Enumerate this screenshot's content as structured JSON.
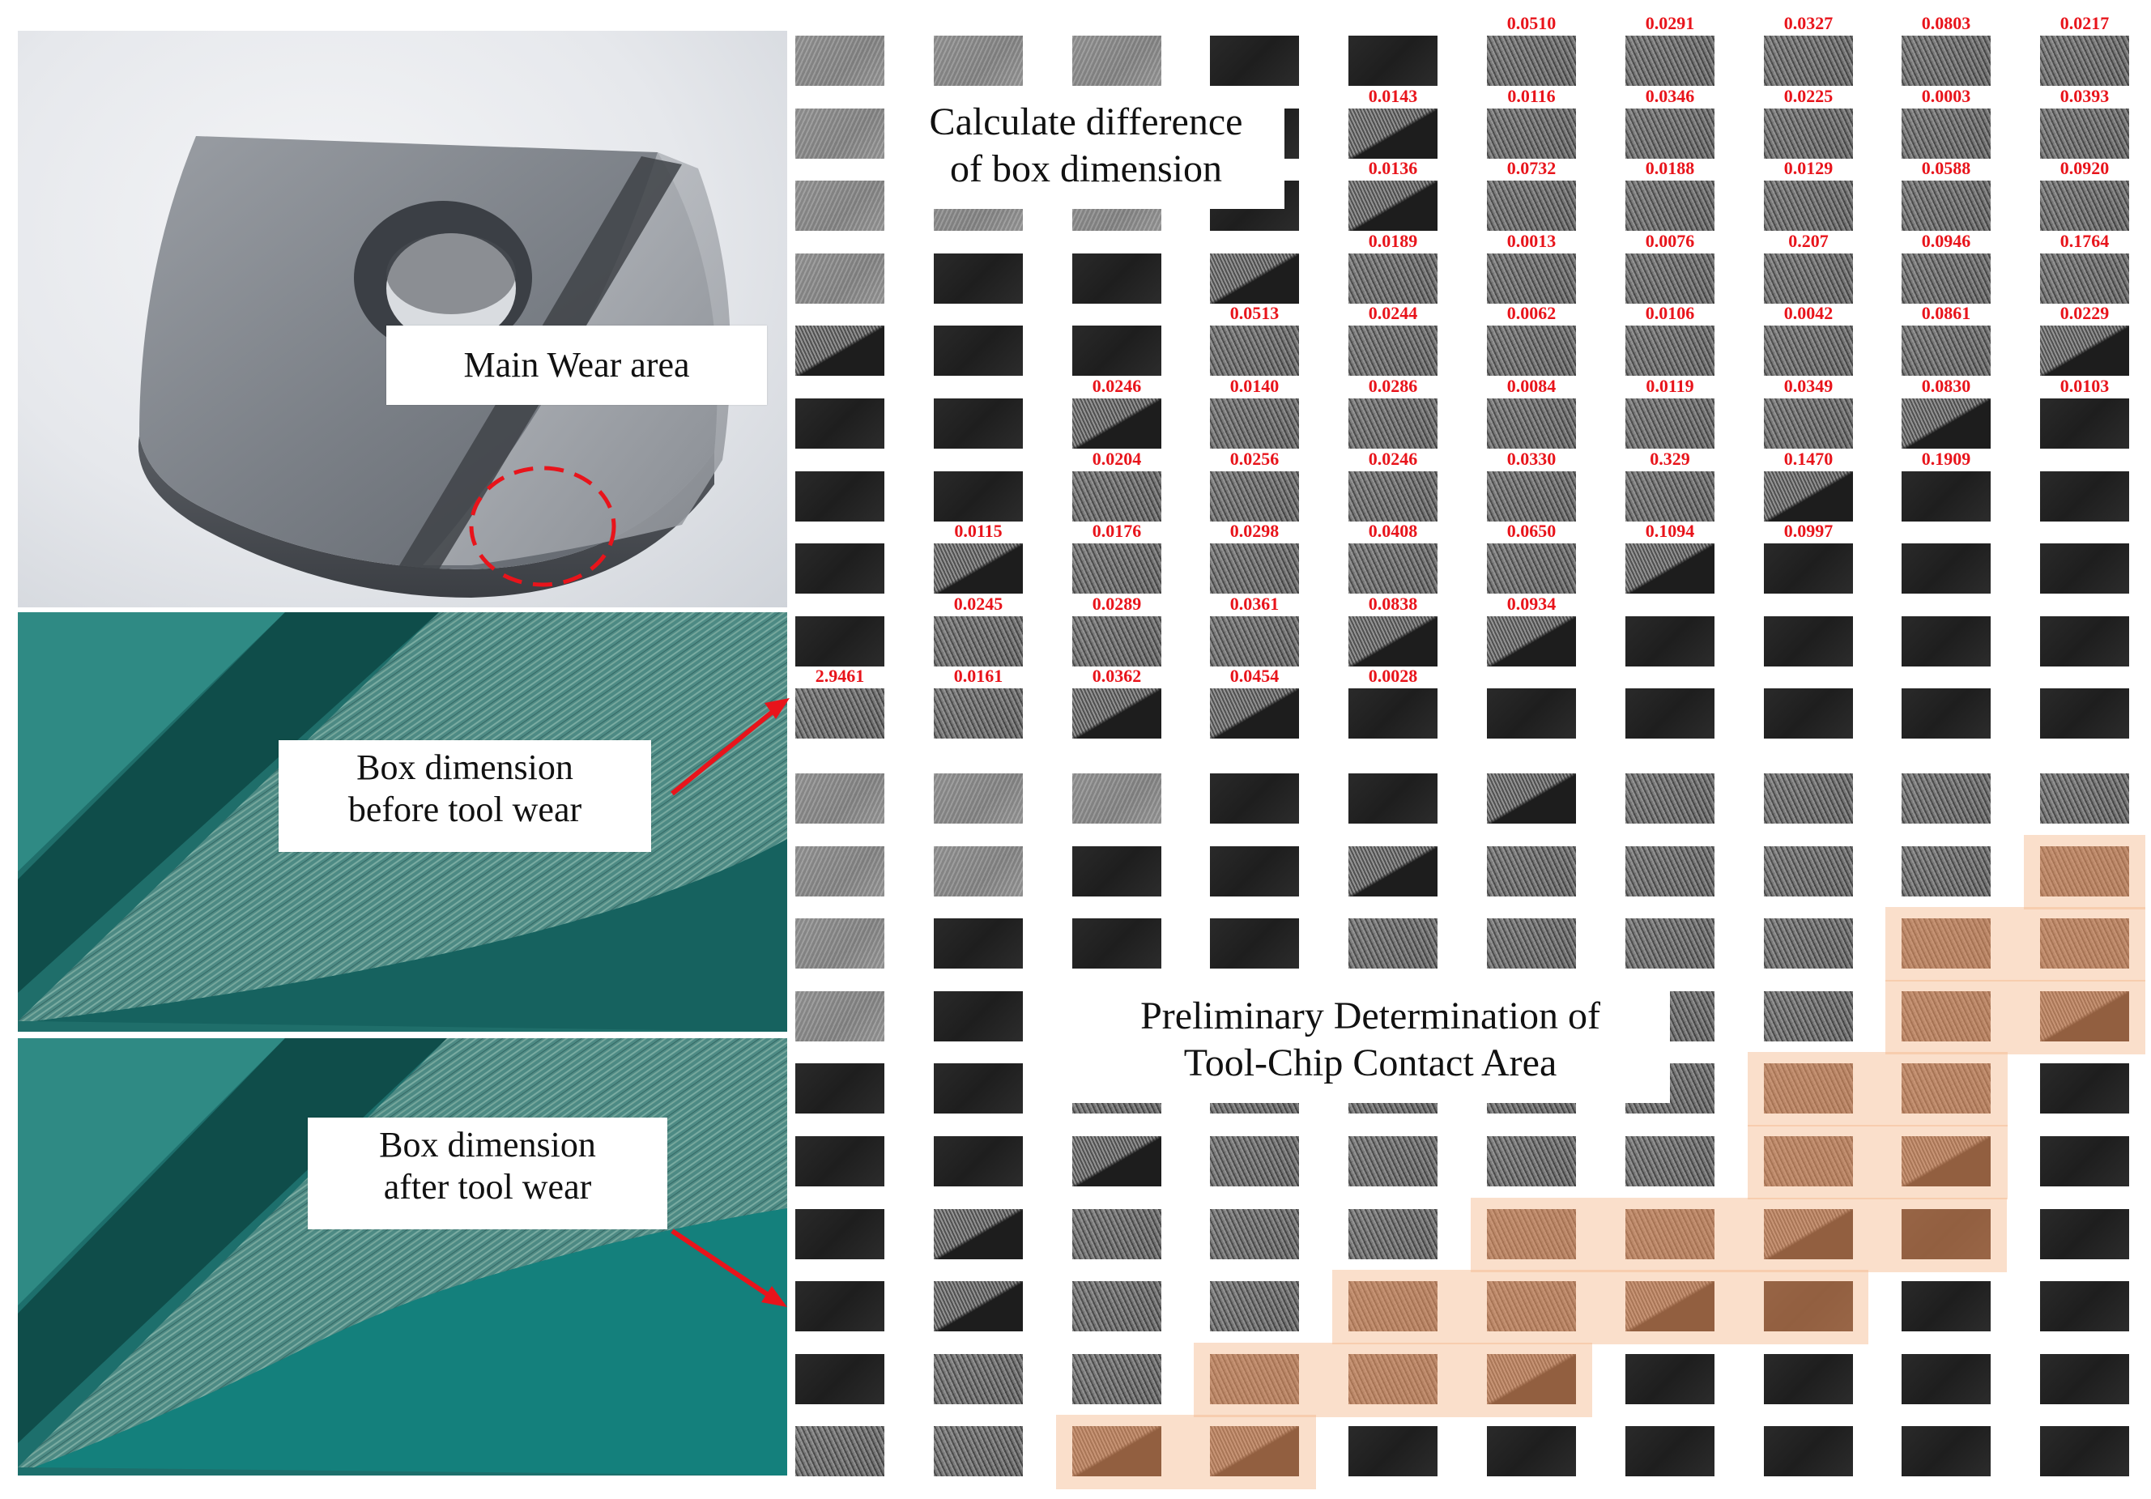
{
  "labels": {
    "main_wear": "Main Wear area",
    "before_line1": "Box dimension",
    "before_line2": "before tool wear",
    "after_line1": "Box dimension",
    "after_line2": "after tool wear",
    "calc_line1": "Calculate difference",
    "calc_line2": "of box dimension",
    "prelim_line1": "Preliminary Determination of",
    "prelim_line2": "Tool-Chip Contact Area"
  },
  "difference_values": [
    [
      null,
      null,
      null,
      null,
      null,
      "0.0510",
      "0.0291",
      "0.0327",
      "0.0803",
      "0.0217"
    ],
    [
      null,
      null,
      null,
      null,
      "0.0143",
      "0.0116",
      "0.0346",
      "0.0225",
      "0.0003",
      "0.0393"
    ],
    [
      null,
      null,
      null,
      null,
      "0.0136",
      "0.0732",
      "0.0188",
      "0.0129",
      "0.0588",
      "0.0920"
    ],
    [
      null,
      null,
      null,
      null,
      "0.0189",
      "0.0013",
      "0.0076",
      "0.207",
      "0.0946",
      "0.1764"
    ],
    [
      null,
      null,
      null,
      "0.0513",
      "0.0244",
      "0.0062",
      "0.0106",
      "0.0042",
      "0.0861",
      "0.0229"
    ],
    [
      null,
      null,
      "0.0246",
      "0.0140",
      "0.0286",
      "0.0084",
      "0.0119",
      "0.0349",
      "0.0830",
      "0.0103"
    ],
    [
      null,
      null,
      "0.0204",
      "0.0256",
      "0.0246",
      "0.0330",
      "0.329",
      "0.1470",
      "0.1909",
      null
    ],
    [
      null,
      "0.0115",
      "0.0176",
      "0.0298",
      "0.0408",
      "0.0650",
      "0.1094",
      "0.0997",
      null,
      null
    ],
    [
      null,
      "0.0245",
      "0.0289",
      "0.0361",
      "0.0838",
      "0.0934",
      null,
      null,
      null,
      null
    ],
    [
      "2.9461",
      "0.0161",
      "0.0362",
      "0.0454",
      "0.0028",
      null,
      null,
      null,
      null,
      null
    ]
  ],
  "colors": {
    "value_text": "#e8141b",
    "highlight": "#f4b88c",
    "wear_circle": "#e8141b",
    "arrow": "#e8141b",
    "tile_dark": "#222222",
    "tile_texture": "#666666"
  }
}
